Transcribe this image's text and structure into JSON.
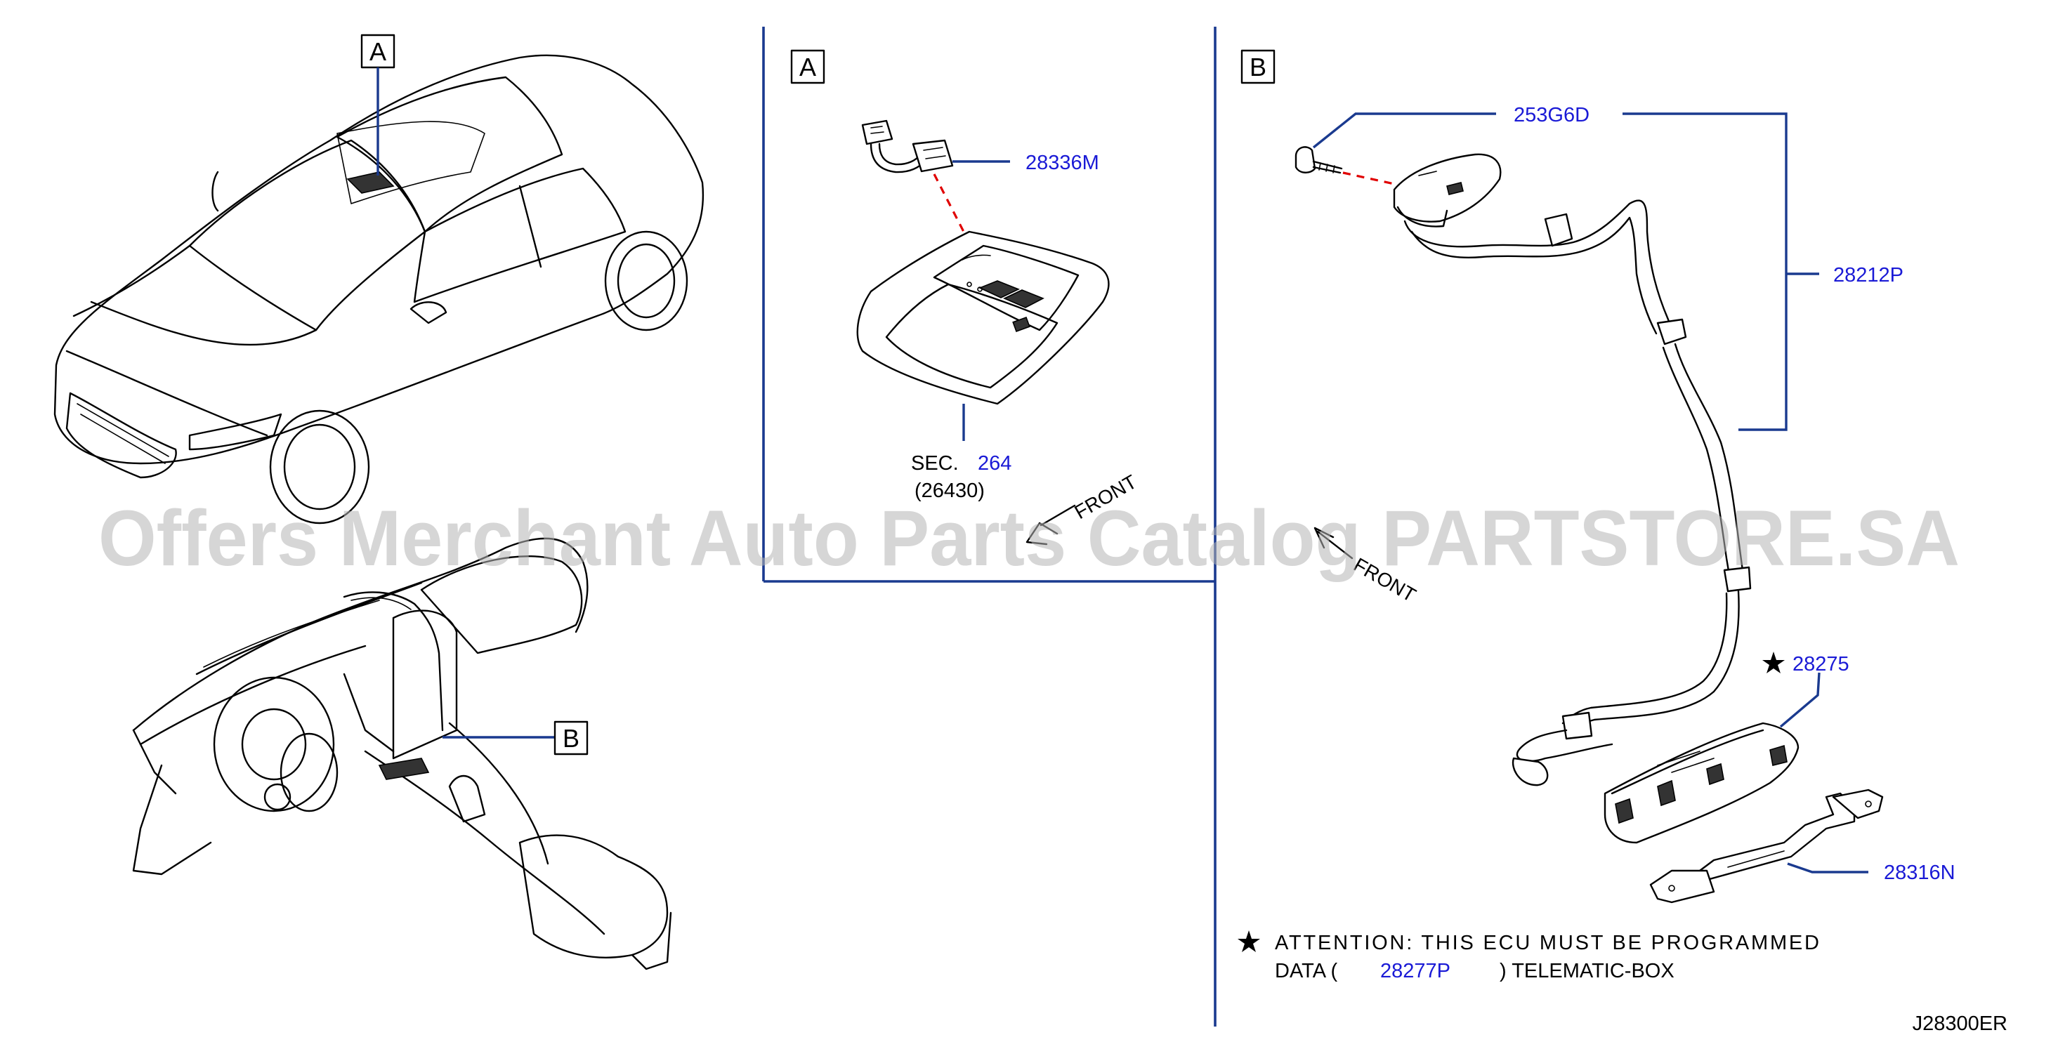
{
  "view_markers": {
    "a": "A",
    "b": "B"
  },
  "part_numbers": {
    "switch_assembly": "28336M",
    "bolt": "253G6D",
    "harness": "28212P",
    "control_unit": "28275",
    "bracket": "28316N"
  },
  "section_ref": {
    "prefix": "SEC.",
    "number": "264",
    "sub": "(26430)"
  },
  "front_label": "FRONT",
  "attention": {
    "line1": "ATTENTION:  THIS  ECU  MUST  BE  PROGRAMMED",
    "line2_prefix": "DATA  (",
    "line2_part": "28277P",
    "line2_suffix": ")  TELEMATIC-BOX"
  },
  "drawing_code": "J28300ER",
  "watermark": "Offers Merchant Auto Parts Catalog PARTSTORE.SA",
  "colors": {
    "part_number": "#1a1ad6",
    "leader": "#1a3a8f",
    "dashed": "#e00000",
    "watermark": "#b4b4b4"
  },
  "icons": [
    "star-icon",
    "front-arrow-icon"
  ]
}
